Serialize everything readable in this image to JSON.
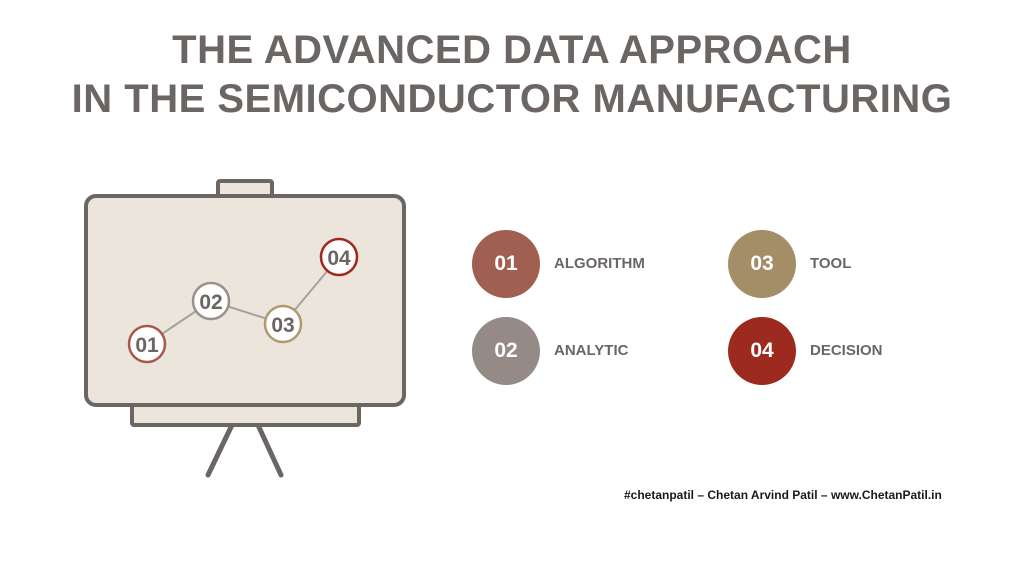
{
  "title": {
    "line1": "THE ADVANCED DATA APPROACH",
    "line2": "IN THE SEMICONDUCTOR MANUFACTURING"
  },
  "board": {
    "points": [
      {
        "label": "01",
        "color": "#a8584a"
      },
      {
        "label": "02",
        "color": "#9a8f8c"
      },
      {
        "label": "03",
        "color": "#b09a6e"
      },
      {
        "label": "04",
        "color": "#a1271d"
      }
    ]
  },
  "legend": [
    {
      "num": "01",
      "text": "ALGORITHM",
      "color": "#a05f50"
    },
    {
      "num": "02",
      "text": "ANALYTIC",
      "color": "#968a87"
    },
    {
      "num": "03",
      "text": "TOOL",
      "color": "#a48e68"
    },
    {
      "num": "04",
      "text": "DECISION",
      "color": "#9c2a1e"
    }
  ],
  "footer": "#chetanpatil – Chetan Arvind Patil – www.ChetanPatil.in"
}
